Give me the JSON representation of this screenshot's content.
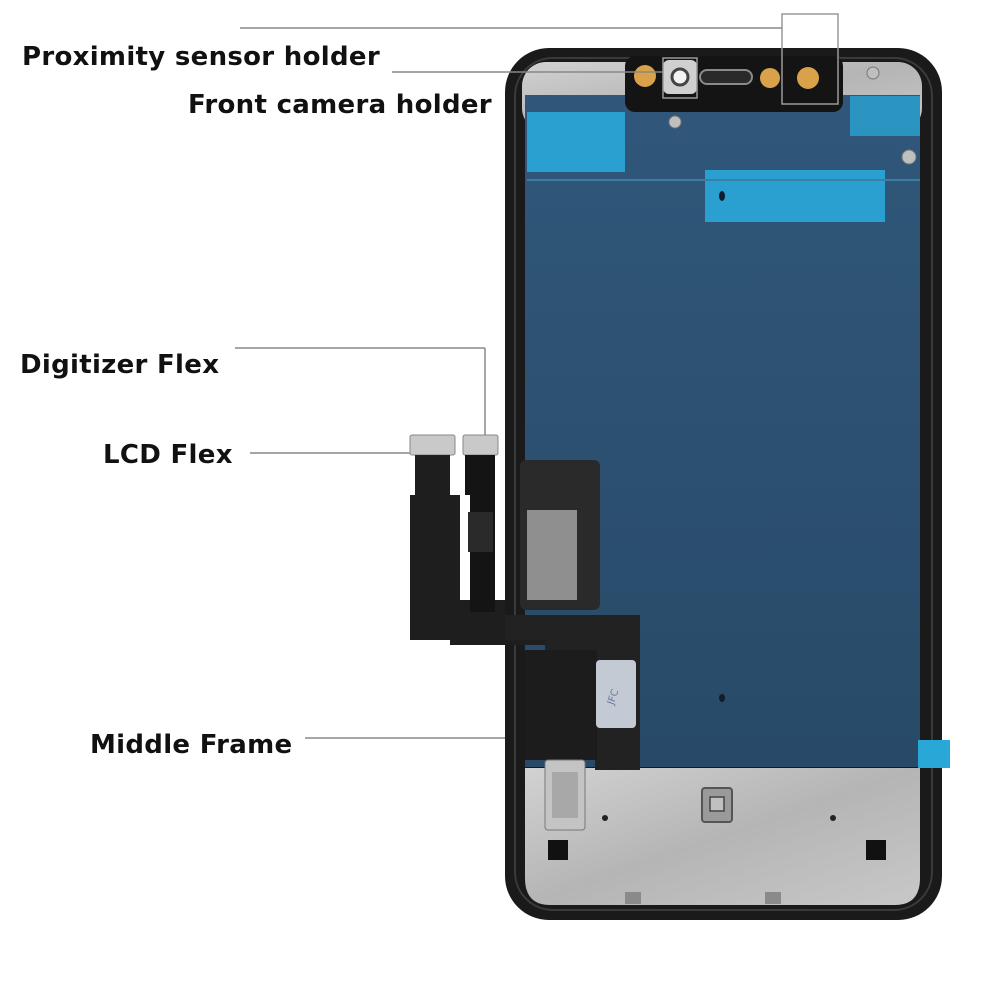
{
  "labels": {
    "proximity_sensor_holder": "Proximity sensor holder",
    "front_camera_holder": "Front camera holder",
    "digitizer_flex": "Digitizer Flex",
    "lcd_flex": "LCD Flex",
    "middle_frame": "Middle Frame"
  },
  "colors": {
    "frame": "#1a1a1a",
    "panel_blue": "#2c4f6e",
    "tape_cyan": "#29a8d8",
    "metal_plate": "#b8b8b8",
    "flex_cable": "#1e1e1e",
    "leader_line": "#888888"
  },
  "parts": {
    "sticker_text": "JFC"
  }
}
